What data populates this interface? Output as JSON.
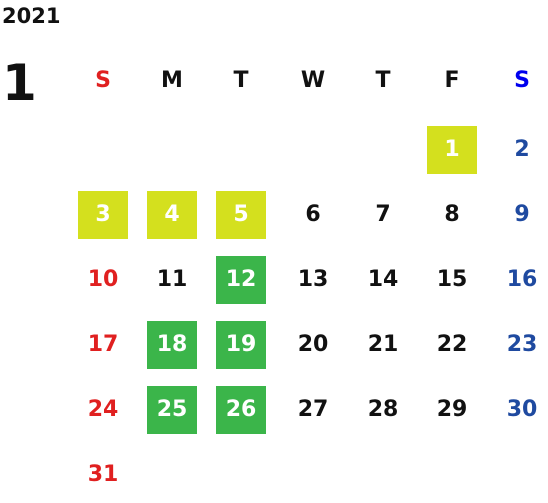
{
  "calendar": {
    "year": "2021",
    "month": "1"
  },
  "colors": {
    "text": "#111111",
    "sunday": "#e02020",
    "saturday_header": "#0000ee",
    "saturday": "#1f4aa0",
    "highlight_yellow": "#d4e01e",
    "highlight_green": "#3bb54a",
    "highlight_text": "#ffffff"
  },
  "weekdays": [
    "S",
    "M",
    "T",
    "W",
    "T",
    "F",
    "S"
  ],
  "days": [
    {
      "label": "1",
      "col": 5,
      "row": 0,
      "highlight": "yellow"
    },
    {
      "label": "2",
      "col": 6,
      "row": 0,
      "highlight": ""
    },
    {
      "label": "3",
      "col": 0,
      "row": 1,
      "highlight": "yellow"
    },
    {
      "label": "4",
      "col": 1,
      "row": 1,
      "highlight": "yellow"
    },
    {
      "label": "5",
      "col": 2,
      "row": 1,
      "highlight": "yellow"
    },
    {
      "label": "6",
      "col": 3,
      "row": 1,
      "highlight": ""
    },
    {
      "label": "7",
      "col": 4,
      "row": 1,
      "highlight": ""
    },
    {
      "label": "8",
      "col": 5,
      "row": 1,
      "highlight": ""
    },
    {
      "label": "9",
      "col": 6,
      "row": 1,
      "highlight": ""
    },
    {
      "label": "10",
      "col": 0,
      "row": 2,
      "highlight": ""
    },
    {
      "label": "11",
      "col": 1,
      "row": 2,
      "highlight": ""
    },
    {
      "label": "12",
      "col": 2,
      "row": 2,
      "highlight": "green"
    },
    {
      "label": "13",
      "col": 3,
      "row": 2,
      "highlight": ""
    },
    {
      "label": "14",
      "col": 4,
      "row": 2,
      "highlight": ""
    },
    {
      "label": "15",
      "col": 5,
      "row": 2,
      "highlight": ""
    },
    {
      "label": "16",
      "col": 6,
      "row": 2,
      "highlight": ""
    },
    {
      "label": "17",
      "col": 0,
      "row": 3,
      "highlight": ""
    },
    {
      "label": "18",
      "col": 1,
      "row": 3,
      "highlight": "green"
    },
    {
      "label": "19",
      "col": 2,
      "row": 3,
      "highlight": "green"
    },
    {
      "label": "20",
      "col": 3,
      "row": 3,
      "highlight": ""
    },
    {
      "label": "21",
      "col": 4,
      "row": 3,
      "highlight": ""
    },
    {
      "label": "22",
      "col": 5,
      "row": 3,
      "highlight": ""
    },
    {
      "label": "23",
      "col": 6,
      "row": 3,
      "highlight": ""
    },
    {
      "label": "24",
      "col": 0,
      "row": 4,
      "highlight": ""
    },
    {
      "label": "25",
      "col": 1,
      "row": 4,
      "highlight": "green"
    },
    {
      "label": "26",
      "col": 2,
      "row": 4,
      "highlight": "green"
    },
    {
      "label": "27",
      "col": 3,
      "row": 4,
      "highlight": ""
    },
    {
      "label": "28",
      "col": 4,
      "row": 4,
      "highlight": ""
    },
    {
      "label": "29",
      "col": 5,
      "row": 4,
      "highlight": ""
    },
    {
      "label": "30",
      "col": 6,
      "row": 4,
      "highlight": ""
    },
    {
      "label": "31",
      "col": 0,
      "row": 5,
      "highlight": ""
    }
  ]
}
